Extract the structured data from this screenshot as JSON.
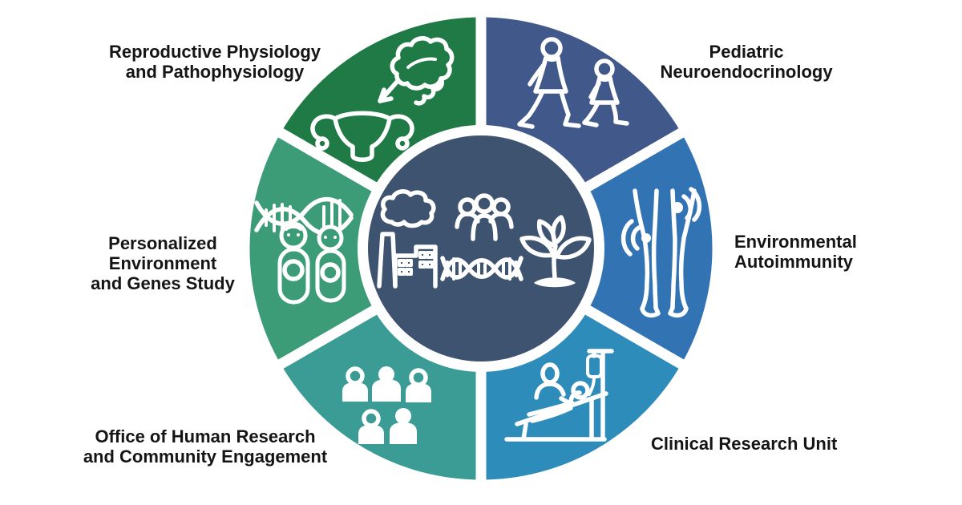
{
  "diagram": {
    "background_color": "#ffffff",
    "gap_color": "#ffffff",
    "icon_color": "#ffffff",
    "text_color": "#151515"
  },
  "center": {
    "color": "#3e536f",
    "icon": "environment-people-dna-plant-icon"
  },
  "segments": [
    {
      "id": "reproductive-physiology-and-pathophysiology",
      "label": "Reproductive Physiology and Pathophysiology",
      "lines": [
        "Reproductive Physiology",
        "and Pathophysiology"
      ],
      "color": "#1f7a46",
      "icon": "brain-uterus-icon"
    },
    {
      "id": "pediatric-neuroendocrinology",
      "label": "Pediatric Neuroendocrinology",
      "lines": [
        "Pediatric",
        "Neuroendocrinology"
      ],
      "color": "#41598a",
      "icon": "children-walking-icon"
    },
    {
      "id": "environmental-autoimmunity",
      "label": "Environmental Autoimmunity",
      "lines": [
        "Environmental",
        "Autoimmunity"
      ],
      "color": "#3274b3",
      "icon": "legs-joint-waves-icon"
    },
    {
      "id": "clinical-research-unit",
      "label": "Clinical Research Unit",
      "lines": [
        "Clinical Research Unit"
      ],
      "color": "#2e8cba",
      "icon": "patient-iv-chair-icon"
    },
    {
      "id": "office-of-human-research-and-community-engagement",
      "label": "Office of Human Research and Community Engagement",
      "lines": [
        "Office of Human Research",
        "and Community Engagement"
      ],
      "color": "#3a9c94",
      "icon": "people-group-icon"
    },
    {
      "id": "personalized-environment-and-genes-study",
      "label": "Personalized Environment and Genes Study",
      "lines": [
        "Personalized",
        "Environment",
        "and Genes Study"
      ],
      "color": "#3d9c78",
      "icon": "dna-twins-icon"
    }
  ]
}
